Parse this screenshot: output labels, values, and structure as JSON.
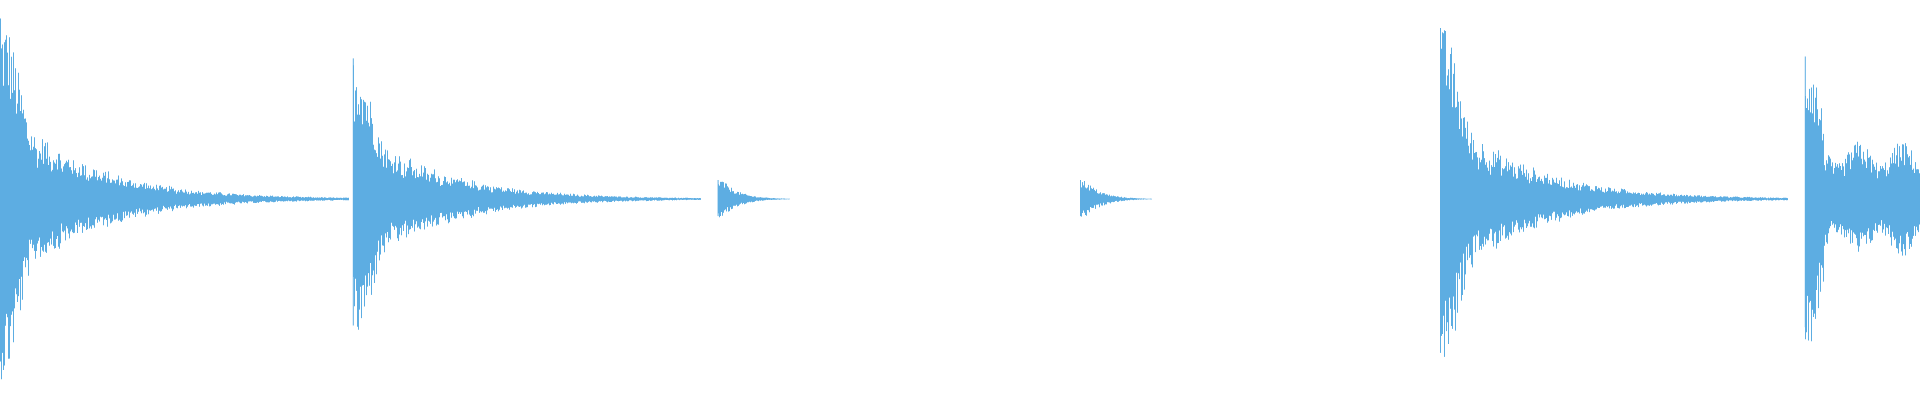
{
  "waveform": {
    "color": "#5dade2",
    "background": "#ffffff",
    "duration_seconds": 8.0,
    "amplitude_range": [
      -1,
      1
    ],
    "events": [
      {
        "onset": 0.0,
        "peak": 0.95,
        "shape": "long-decay"
      },
      {
        "onset": 1.47,
        "peak": 0.74,
        "shape": "long-decay"
      },
      {
        "onset": 2.99,
        "peak": 0.1,
        "shape": "short"
      },
      {
        "onset": 4.5,
        "peak": 0.1,
        "shape": "short"
      },
      {
        "onset": 6.0,
        "peak": 0.9,
        "shape": "long-decay"
      },
      {
        "onset": 7.52,
        "peak": 0.75,
        "shape": "sustain"
      }
    ]
  }
}
